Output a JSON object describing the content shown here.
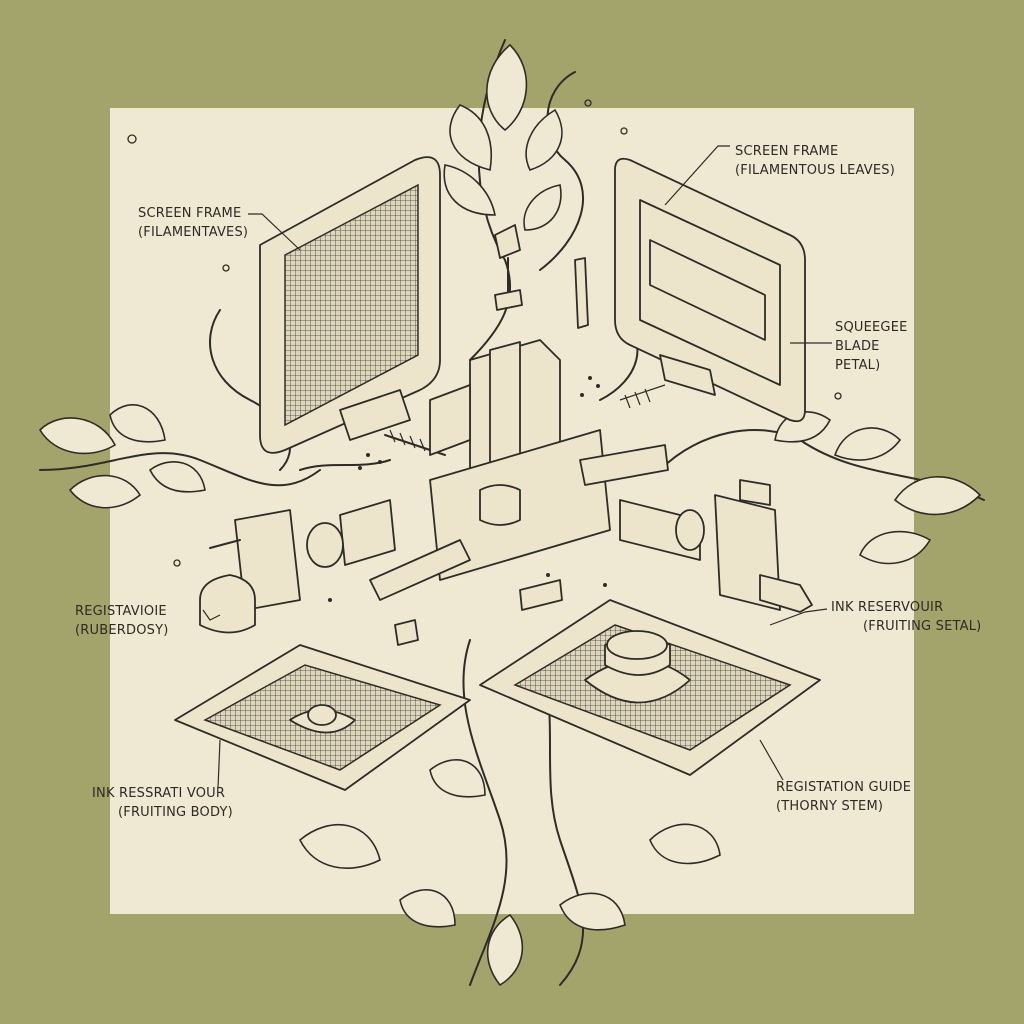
{
  "diagram": {
    "background_color": "#a3a46c",
    "panel_color": "#efe9d3",
    "line_color": "#2e2c26",
    "labels": [
      {
        "id": "screen-frame-left",
        "line1": "SCREEN FRAME",
        "line2": "(FILAMENTAVES)"
      },
      {
        "id": "screen-frame-right",
        "line1": "SCREEN FRAME",
        "line2": "(FILAMENTOUS LEAVES)"
      },
      {
        "id": "squeegee",
        "line1": "SQUEEGEE",
        "line2": "BLADE",
        "line3": "PETAL)"
      },
      {
        "id": "registavioie",
        "line1": "REGISTAVIOIE",
        "line2": "(RUBERDOSY)"
      },
      {
        "id": "ink-reservoir-right",
        "line1": "INK RESERVOUIR",
        "line2": "(FRUITING SETAL)"
      },
      {
        "id": "ink-reservoir-left",
        "line1": "INK RESSRATI VOUR",
        "line2": "(FRUITING BODY)"
      },
      {
        "id": "registration-guide",
        "line1": "REGISTATION GUIDE",
        "line2": "(THORNY STEM)"
      }
    ]
  }
}
